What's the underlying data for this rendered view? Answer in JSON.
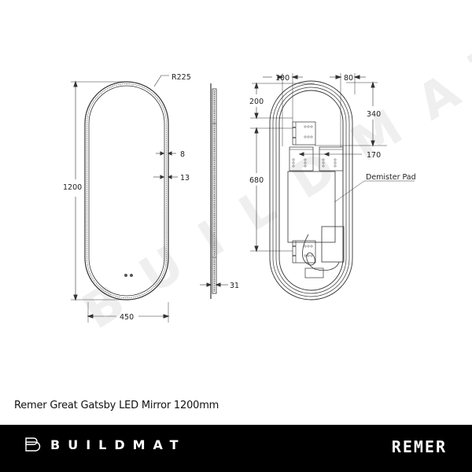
{
  "watermark": "BUILDMAT",
  "front_view": {
    "radius_label": "R225",
    "height_label": "1200",
    "width_label": "450",
    "frame_outer_label": "8",
    "frame_inner_label": "13",
    "touch_sensor_icon": "two-dot-sensor"
  },
  "side_view": {
    "depth_label": "31"
  },
  "rear_view": {
    "dim_left_offset": "100",
    "dim_right_offset": "80",
    "dim_top_bracket": "200",
    "dim_top_right": "340",
    "dim_bracket_spacing": "680",
    "dim_clip_width": "170",
    "demister_label": "Demister Pad"
  },
  "product_title": "Remer Great Gatsby LED Mirror 1200mm",
  "footer": {
    "left_brand": "BUILDMAT",
    "right_brand": "REMER",
    "background": "#000000",
    "text_color": "#ffffff"
  }
}
